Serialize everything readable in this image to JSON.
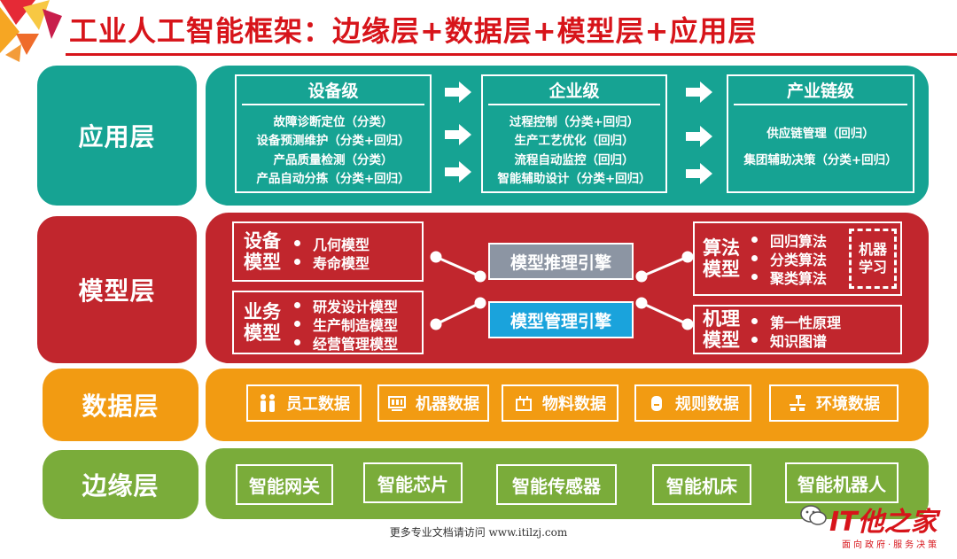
{
  "title": "工业人工智能框架：边缘层+数据层+模型层+应用层",
  "layers": {
    "application": "应用层",
    "model": "模型层",
    "data": "数据层",
    "edge": "边缘层"
  },
  "application": {
    "groups": [
      {
        "title": "设备级",
        "items": [
          "故障诊断定位（分类）",
          "设备预测维护（分类+回归）",
          "产品质量检测（分类）",
          "产品自动分拣（分类+回归）"
        ]
      },
      {
        "title": "企业级",
        "items": [
          "过程控制（分类+回归）",
          "生产工艺优化（回归）",
          "流程自动监控（回归）",
          "智能辅助设计（分类+回归）"
        ]
      },
      {
        "title": "产业链级",
        "items": [
          "供应链管理（回归）",
          "集团辅助决策（分类+回归）"
        ]
      }
    ]
  },
  "model": {
    "equipment": {
      "title": "设备\n模型",
      "items": [
        "几何模型",
        "寿命模型"
      ]
    },
    "business": {
      "title": "业务\n模型",
      "items": [
        "研发设计模型",
        "生产制造模型",
        "经营管理模型"
      ]
    },
    "inference_engine": "模型推理引擎",
    "management_engine": "模型管理引擎",
    "algorithm": {
      "title": "算法\n模型",
      "items": [
        "回归算法",
        "分类算法",
        "聚类算法"
      ],
      "ml": "机器\n学习"
    },
    "mechanism": {
      "title": "机理\n模型",
      "items": [
        "第一性原理",
        "知识图谱"
      ]
    }
  },
  "data": {
    "items": [
      {
        "label": "员工数据",
        "icon": "people-icon"
      },
      {
        "label": "机器数据",
        "icon": "machine-icon"
      },
      {
        "label": "物料数据",
        "icon": "material-icon"
      },
      {
        "label": "规则数据",
        "icon": "rule-icon"
      },
      {
        "label": "环境数据",
        "icon": "environment-icon"
      }
    ]
  },
  "edge": {
    "items": [
      "智能网关",
      "智能芯片",
      "智能传感器",
      "智能机床",
      "智能机器人"
    ]
  },
  "footer": "更多专业文档请访问 www.itilzj.com",
  "logo": {
    "text": "IT他之家",
    "tagline": "面向政府·服务决策"
  },
  "colors": {
    "title": "#d7141a",
    "application": "#16a393",
    "model": "#c1262d",
    "data": "#f29b12",
    "edge": "#7aac3a",
    "engine_inference": "#8c95a3",
    "engine_management": "#1aa3dc"
  }
}
